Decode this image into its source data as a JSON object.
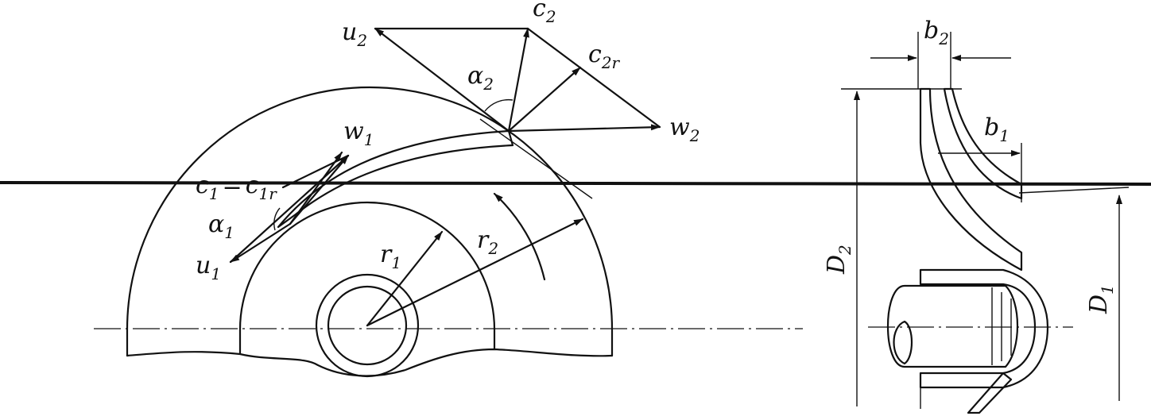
{
  "diagram": {
    "wheel_labels": {
      "u2": {
        "main": "u",
        "sub": "2"
      },
      "c2": {
        "main": "c",
        "sub": "2"
      },
      "c2r": {
        "main": "c",
        "sub": "2r"
      },
      "w2": {
        "main": "w",
        "sub": "2"
      },
      "alpha2": {
        "main": "α",
        "sub": "2"
      },
      "w1": {
        "main": "w",
        "sub": "1"
      },
      "c1": {
        "main": "c",
        "sub": "1"
      },
      "c1r": {
        "main": "c",
        "sub": "1r"
      },
      "alpha1": {
        "main": "α",
        "sub": "1"
      },
      "u1": {
        "main": "u",
        "sub": "1"
      },
      "r1": {
        "main": "r",
        "sub": "1"
      },
      "r2": {
        "main": "r",
        "sub": "2"
      },
      "equals_sign": "="
    },
    "section_labels": {
      "b2": {
        "main": "b",
        "sub": "2"
      },
      "b1": {
        "main": "b",
        "sub": "1"
      },
      "D2": {
        "main": "D",
        "sub": "2"
      },
      "D1": {
        "main": "D",
        "sub": "1"
      }
    }
  }
}
